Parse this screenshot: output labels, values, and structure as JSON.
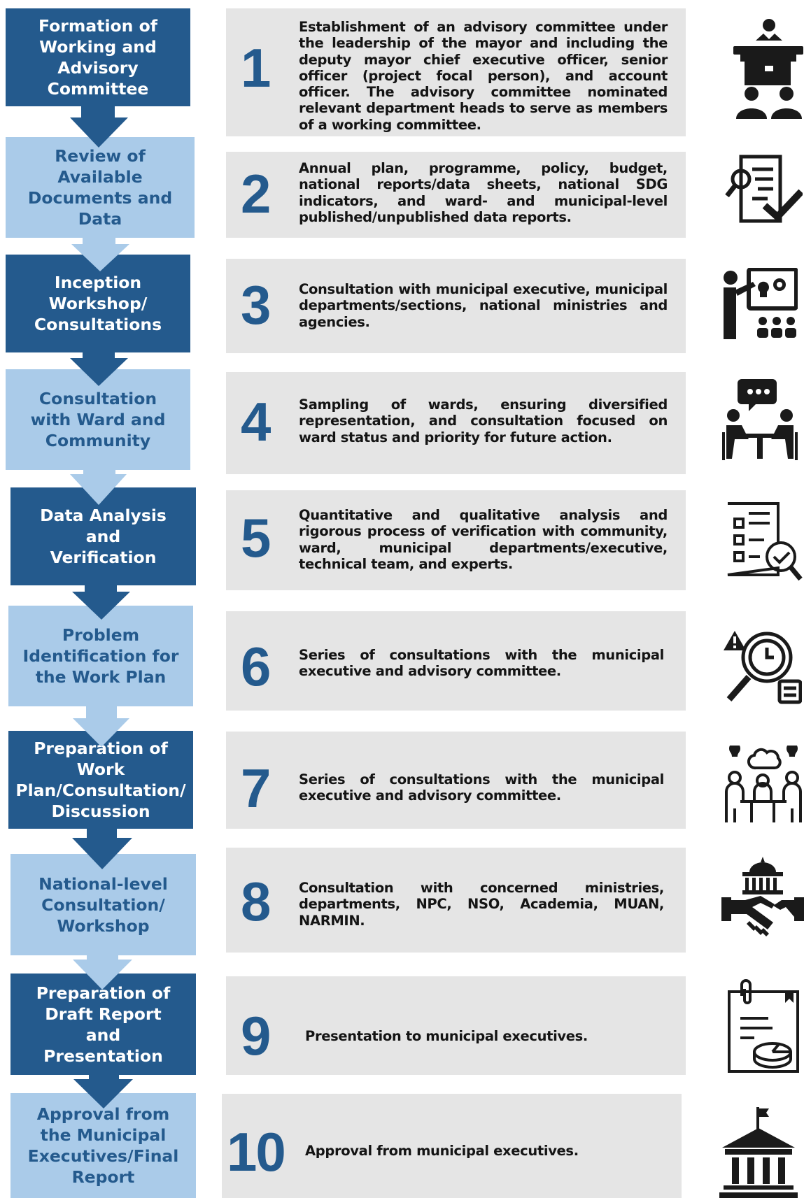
{
  "steps": [
    {
      "num": "1",
      "title": "Formation of Working and Advisory Committee",
      "desc": "Establishment of an advisory committee under the leadership of the mayor and including the deputy mayor chief executive officer, senior officer (project focal person), and account officer. The advisory committee nominated relevant department heads to serve as members of a working committee.",
      "icon": "podium-meeting-icon"
    },
    {
      "num": "2",
      "title": "Review of Available Documents and Data",
      "desc": "Annual plan, programme, policy, budget, national reports/data sheets, national SDG indicators, and ward- and municipal-level published/unpublished data reports.",
      "icon": "document-review-icon"
    },
    {
      "num": "3",
      "title": "Inception Workshop/ Consultations",
      "desc": "Consultation with municipal executive, municipal departments/sections, national ministries and agencies.",
      "icon": "presentation-workshop-icon"
    },
    {
      "num": "4",
      "title": "Consultation with Ward and Community",
      "desc": "Sampling of wards, ensuring diversified representation, and consultation focused on ward status and priority for future action.",
      "icon": "conversation-table-icon"
    },
    {
      "num": "5",
      "title": "Data Analysis and Verification",
      "desc": "Quantitative and qualitative analysis and rigorous process of verification with community, ward, municipal departments/executive, technical team, and experts.",
      "icon": "checklist-verify-icon"
    },
    {
      "num": "6",
      "title": "Problem Identification for the Work Plan",
      "desc": "Series of consultations with the municipal executive and advisory committee.",
      "icon": "problem-search-clock-icon"
    },
    {
      "num": "7",
      "title": "Preparation of Work Plan/Consultation/ Discussion",
      "desc": "Series of consultations with the municipal executive and advisory committee.",
      "icon": "group-discussion-icon"
    },
    {
      "num": "8",
      "title": "National-level Consultation/ Workshop",
      "desc": "Consultation with concerned ministries, departments, NPC, NSO, Academia, MUAN, NARMIN.",
      "icon": "government-handshake-icon"
    },
    {
      "num": "9",
      "title": "Preparation of Draft Report and Presentation",
      "desc": "Presentation to municipal executives.",
      "icon": "draft-report-icon"
    },
    {
      "num": "10",
      "title": "Approval from the Municipal Executives/Final Report",
      "desc": "Approval from municipal executives.",
      "icon": "municipal-building-icon"
    }
  ],
  "colors": {
    "dark": "#245a8d",
    "light": "#aacbe9",
    "panel": "#e5e5e5",
    "number": "#245a8d",
    "text": "#141414",
    "icon": "#1a1a1a"
  }
}
